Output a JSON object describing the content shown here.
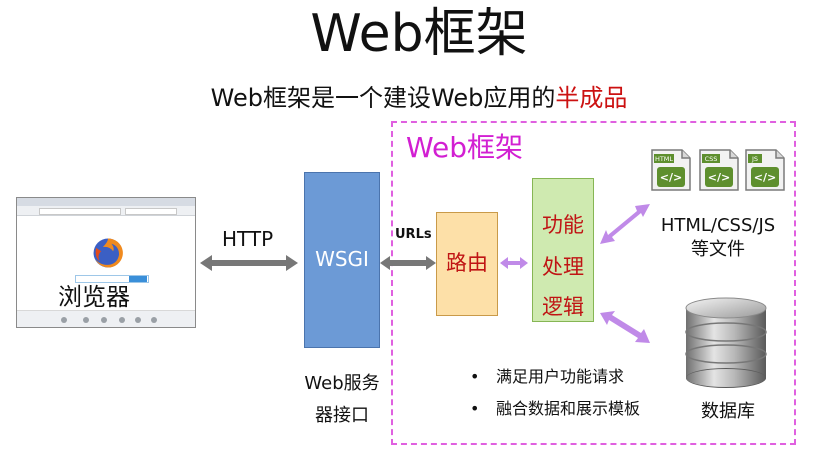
{
  "title": "Web框架",
  "subtitle": {
    "prefix": "Web框架是一个建设Web应用的",
    "highlight": "半成品"
  },
  "frame_label": "Web框架",
  "browser_label": "浏览器",
  "http_label": "HTTP",
  "wsgi": {
    "label": "WSGI",
    "caption_lines": [
      "Web服务",
      "器接口"
    ]
  },
  "urls_label": "URLs",
  "router_label": "路由",
  "logic_lines": [
    "功能",
    "处理",
    "逻辑"
  ],
  "bullets": [
    "满足用户功能请求",
    "融合数据和展示模板"
  ],
  "bullet_glyph": "•",
  "static_files": {
    "icons": [
      "HTML",
      "CSS",
      "JS"
    ],
    "glyph": "</>",
    "label_lines": [
      "HTML/CSS/JS",
      "等文件"
    ]
  },
  "database_label": "数据库",
  "colors": {
    "frame": "#e060e0",
    "frame_label": "#d21fd2",
    "highlight": "#cc1111",
    "wsgi": "#6c9ad6",
    "router": "#fde0a8",
    "logic": "#cfeab0",
    "gray_arrow": "#777777",
    "purple_arrow": "#c08ae8"
  }
}
